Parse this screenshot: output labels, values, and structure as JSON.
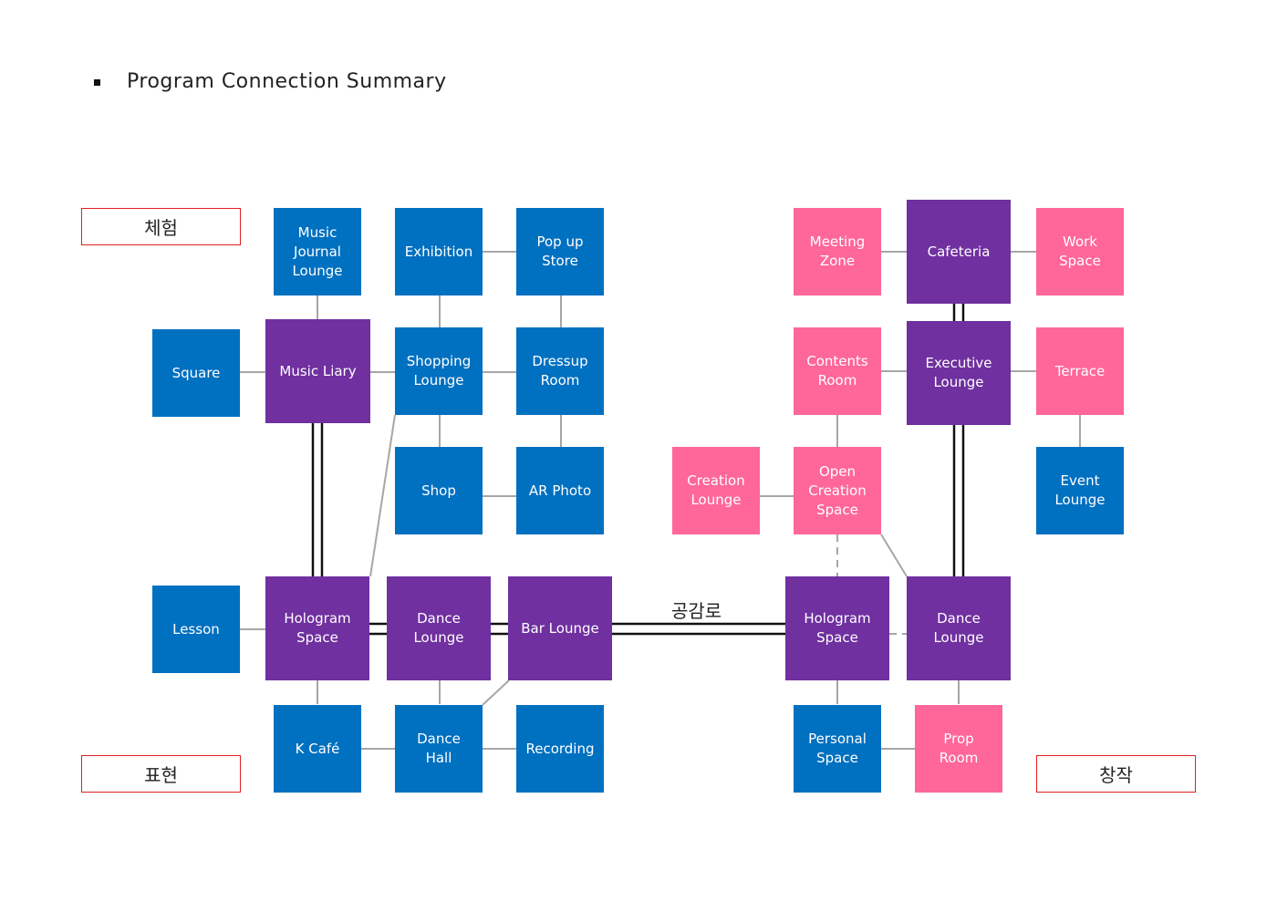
{
  "title": "Program Connection Summary",
  "zones": {
    "experience": "체험",
    "expression": "표현",
    "creation": "창작"
  },
  "road_label": "공감로",
  "colors": {
    "blue": "#0070c0",
    "purple": "#7030a0",
    "pink": "#ff6699",
    "link": "#a6a6a6",
    "corridor": "#111111",
    "zone_border": "#e02020"
  },
  "nodes": {
    "music_journal_lounge": "Music\nJournal\nLounge",
    "exhibition": "Exhibition",
    "pop_up_store": "Pop up\nStore",
    "square": "Square",
    "music_library": "Music Liary",
    "shopping_lounge": "Shopping\nLounge",
    "dressup_room": "Dressup\nRoom",
    "shop": "Shop",
    "ar_photo": "AR Photo",
    "lesson": "Lesson",
    "hologram_space_left": "Hologram\nSpace",
    "dance_lounge_left": "Dance\nLounge",
    "bar_lounge": "Bar Lounge",
    "k_cafe": "K Café",
    "dance_hall": "Dance\nHall",
    "recording": "Recording",
    "meeting_zone": "Meeting\nZone",
    "cafeteria": "Cafeteria",
    "work_space": "Work\nSpace",
    "contents_room": "Contents\nRoom",
    "executive_lounge": "Executive\nLounge",
    "terrace": "Terrace",
    "creation_lounge": "Creation\nLounge",
    "open_creation_space": "Open\nCreation\nSpace",
    "event_lounge": "Event\nLounge",
    "hologram_space_right": "Hologram\nSpace",
    "dance_lounge_right": "Dance\nLounge",
    "personal_space": "Personal\nSpace",
    "prop_room": "Prop\nRoom"
  }
}
